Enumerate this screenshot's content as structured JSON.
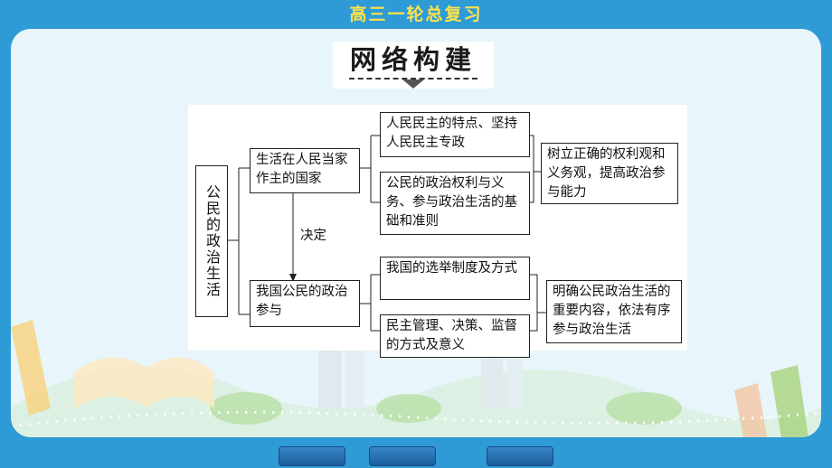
{
  "header": {
    "title": "高三一轮总复习"
  },
  "section": {
    "heading": "网络构建"
  },
  "diagram": {
    "root": "公民的政治生活",
    "level1": [
      "生活在人民当家作主的国家",
      "我国公民的政治参与"
    ],
    "relation_label": "决定",
    "level2_top": [
      "人民民主的特点、坚持人民民主专政",
      "公民的政治权利与义务、参与政治生活的基础和准则"
    ],
    "level2_bottom": [
      "我国的选举制度及方式",
      "民主管理、决策、监督的方式及意义"
    ],
    "level3": [
      "树立正确的权利观和义务观，提高政治参与能力",
      "明确公民政治生活的重要内容，依法有序参与政治生活"
    ]
  },
  "colors": {
    "frame": "#2e9bd6",
    "panel": "#e8f5fb",
    "title": "#ffe24a",
    "nav_button": "#2a75b9"
  }
}
